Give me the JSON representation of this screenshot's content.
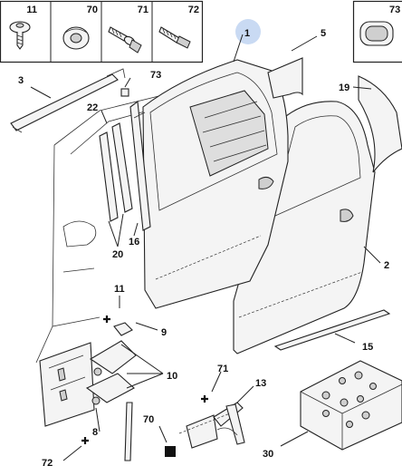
{
  "header_parts": [
    {
      "num": "11"
    },
    {
      "num": "70"
    },
    {
      "num": "71"
    },
    {
      "num": "72"
    }
  ],
  "corner_part": {
    "num": "73"
  },
  "callouts": {
    "c1": "1",
    "c2": "2",
    "c3": "3",
    "c5": "5",
    "c8": "8",
    "c9": "9",
    "c10": "10",
    "c11": "11",
    "c13": "13",
    "c15": "15",
    "c16": "16",
    "c19": "19",
    "c20": "20",
    "c22": "22",
    "c30": "30",
    "c70": "70",
    "c71": "71",
    "c72": "72",
    "c73": "73"
  },
  "colors": {
    "highlight_circle": "#c9daf3",
    "line": "#222222",
    "part_fill": "#f4f4f4"
  }
}
